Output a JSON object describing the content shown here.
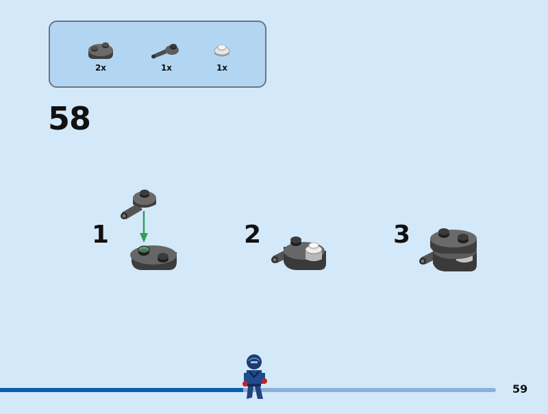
{
  "parts_list": {
    "items": [
      {
        "icon": "plate-1x2-rounded-icon",
        "quantity": "2x",
        "color": "#5a5a5a"
      },
      {
        "icon": "plate-with-bar-arm-icon",
        "quantity": "1x",
        "color": "#5a5a5a"
      },
      {
        "icon": "round-plate-1x1-icon",
        "quantity": "1x",
        "color": "#d9d9d9"
      }
    ]
  },
  "step": {
    "number": "58"
  },
  "substeps": [
    {
      "label": "1"
    },
    {
      "label": "2"
    },
    {
      "label": "3"
    }
  ],
  "progress": {
    "fraction": 0.49,
    "track_color": "#8ab0dc",
    "fill_color": "#0b5cad"
  },
  "page": {
    "number": "59"
  },
  "colors": {
    "background": "#d3e9f9",
    "callout": "#b2d6f2",
    "arrow": "#2e9e5b",
    "dark_gray": "#5a5a5a"
  }
}
